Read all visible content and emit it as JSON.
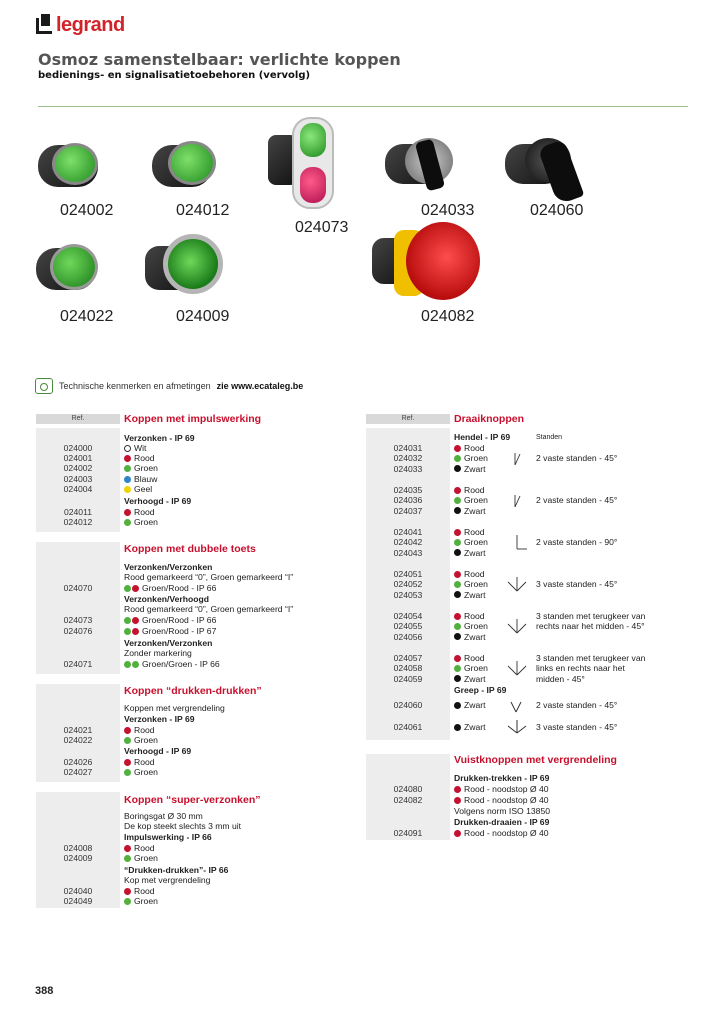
{
  "brand": "legrand",
  "title": "Osmoz samenstelbaar: verlichte koppen",
  "subtitle": "bedienings- en signalisatietoebehoren (vervolg)",
  "products": [
    "024002",
    "024012",
    "024073",
    "024033",
    "024060",
    "024022",
    "024009",
    "024082"
  ],
  "info": {
    "text": "Technische kenmerken en afmetingen",
    "link": "zie www.ecataleg.be"
  },
  "colors": {
    "red": "#c41230",
    "green": "#52b03f",
    "blue": "#2f86c7",
    "yellow": "#f2d200",
    "black": "#111111",
    "white": "#ffffff",
    "accent": "#c8102e"
  },
  "ref_label": "Ref.",
  "left": {
    "s1": {
      "title": "Koppen met impulswerking",
      "h1": "Verzonken - IP 69",
      "h2": "Verhoogd - IP 69",
      "rows1": [
        {
          "ref": "024000",
          "label": "Wit"
        },
        {
          "ref": "024001",
          "label": "Rood"
        },
        {
          "ref": "024002",
          "label": "Groen"
        },
        {
          "ref": "024003",
          "label": "Blauw"
        },
        {
          "ref": "024004",
          "label": "Geel"
        }
      ],
      "rows2": [
        {
          "ref": "024011",
          "label": "Rood"
        },
        {
          "ref": "024012",
          "label": "Groen"
        }
      ]
    },
    "s2": {
      "title": "Koppen met dubbele toets",
      "h1": "Verzonken/Verzonken",
      "d1": "Rood gemarkeerd “0”, Groen gemarkeerd “I”",
      "r1": {
        "ref": "024070",
        "label": "Groen/Rood - IP 66"
      },
      "h2": "Verzonken/Verhoogd",
      "d2": "Rood gemarkeerd “0”, Groen gemarkeerd “I”",
      "r2": [
        {
          "ref": "024073",
          "label": "Groen/Rood - IP 66"
        },
        {
          "ref": "024076",
          "label": "Groen/Rood - IP 67"
        }
      ],
      "h3": "Verzonken/Verzonken",
      "d3": "Zonder markering",
      "r3": {
        "ref": "024071",
        "label": "Groen/Groen - IP 66"
      }
    },
    "s3": {
      "title": "Koppen “drukken-drukken”",
      "d1": "Koppen met vergrendeling",
      "h1": "Verzonken - IP 69",
      "r1": [
        {
          "ref": "024021",
          "label": "Rood"
        },
        {
          "ref": "024022",
          "label": "Groen"
        }
      ],
      "h2": "Verhoogd - IP 69",
      "r2": [
        {
          "ref": "024026",
          "label": "Rood"
        },
        {
          "ref": "024027",
          "label": "Groen"
        }
      ]
    },
    "s4": {
      "title": "Koppen “super-verzonken”",
      "d1": "Boringsgat Ø 30 mm",
      "d2": "De kop steekt slechts 3 mm uit",
      "h1": "Impulswerking - IP 66",
      "r1": [
        {
          "ref": "024008",
          "label": "Rood"
        },
        {
          "ref": "024009",
          "label": "Groen"
        }
      ],
      "h2": "“Drukken-drukken”- IP 66",
      "d3": "Kop met vergrendeling",
      "r2": [
        {
          "ref": "024040",
          "label": "Rood"
        },
        {
          "ref": "024049",
          "label": "Groen"
        }
      ]
    }
  },
  "right": {
    "s1": {
      "title": "Draaiknoppen",
      "h1": "Hendel - IP 69",
      "standen": "Standen",
      "groups": [
        {
          "refs": [
            "024031",
            "024032",
            "024033"
          ],
          "pos": "2 vaste standen - 45°"
        },
        {
          "refs": [
            "024035",
            "024036",
            "024037"
          ],
          "pos": "2 vaste standen - 45°"
        },
        {
          "refs": [
            "024041",
            "024042",
            "024043"
          ],
          "pos": "2 vaste standen - 90°"
        },
        {
          "refs": [
            "024051",
            "024052",
            "024053"
          ],
          "pos": "3 vaste standen - 45°"
        },
        {
          "refs": [
            "024054",
            "024055",
            "024056"
          ],
          "pos1": "3 standen met terugkeer van",
          "pos2": "rechts naar het midden - 45°"
        },
        {
          "refs": [
            "024057",
            "024058",
            "024059"
          ],
          "pos1": "3 standen met terugkeer van",
          "pos2": "links en rechts naar het",
          "pos3": "midden - 45°"
        }
      ],
      "c": {
        "rood": "Rood",
        "groen": "Groen",
        "zwart": "Zwart"
      },
      "h2": "Greep - IP 69",
      "g1": {
        "ref": "024060",
        "label": "Zwart",
        "pos": "2 vaste standen - 45°"
      },
      "g2": {
        "ref": "024061",
        "label": "Zwart",
        "pos": "3 vaste standen - 45°"
      }
    },
    "s2": {
      "title": "Vuistknoppen met vergrendeling",
      "h1": "Drukken-trekken - IP 69",
      "r1": [
        {
          "ref": "024080",
          "label": "Rood - noodstop Ø 40"
        },
        {
          "ref": "024082",
          "label": "Rood - noodstop Ø 40"
        }
      ],
      "d1": "Volgens norm ISO 13850",
      "h2": "Drukken-draaien - IP 69",
      "r2": {
        "ref": "024091",
        "label": "Rood - noodstop Ø 40"
      }
    }
  },
  "page": "388"
}
